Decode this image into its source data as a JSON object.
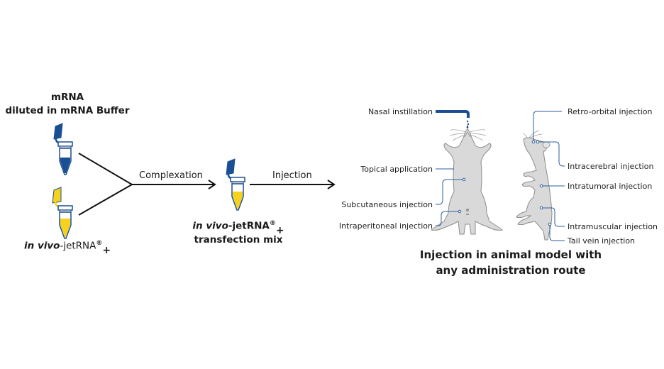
{
  "reagents": {
    "mrna_title_line1": "mRNA",
    "mrna_title_line2": "diluted in mRNA Buffer",
    "reagent_italic": "in vivo",
    "reagent_name": "-jetRNA",
    "reagent_mark": "®",
    "reagent_plus": "+"
  },
  "steps": {
    "complexation": "Complexation",
    "injection": "Injection"
  },
  "mix": {
    "italic": "in vivo",
    "name": "-jetRNA",
    "mark": "®",
    "plus": "+",
    "line2": "transfection mix"
  },
  "routes": {
    "nasal": "Nasal instillation",
    "topical": "Topical application",
    "subcutaneous": "Subcutaneous injection",
    "intraperitoneal": "Intraperitoneal injection",
    "retro_orbital": "Retro-orbital injection",
    "intracerebral": "Intracerebral injection",
    "intratumoral": "Intratumoral injection",
    "intramuscular": "Intramuscular injection",
    "tail_vein": "Tail vein injection"
  },
  "conclusion": {
    "line1": "Injection in animal model with",
    "line2": "any administration route"
  },
  "colors": {
    "blue": "#1b4f93",
    "yellow": "#f6d11e",
    "mouse_fill": "#d9d9d9",
    "mouse_stroke": "#8c8c8c",
    "callout": "#2d5e9e"
  }
}
